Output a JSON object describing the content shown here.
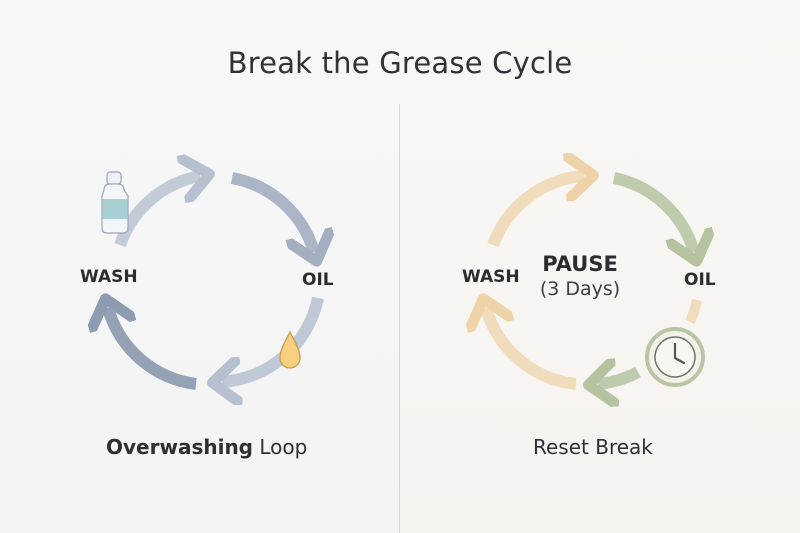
{
  "title": "Break the Grease Cycle",
  "left_panel": {
    "labels": {
      "wash": "WASH",
      "oil": "OIL"
    },
    "caption": {
      "bold": "Overwashing",
      "rest": " Loop"
    },
    "icons": [
      "shampoo-bottle-icon",
      "oil-drop-icon"
    ],
    "arrow_color": "#a9b5c6",
    "arrow_color_dark": "#8f9cb0"
  },
  "right_panel": {
    "labels": {
      "wash": "WASH",
      "oil": "OIL"
    },
    "center": {
      "title": "PAUSE",
      "subtitle": "(3 Days)"
    },
    "caption": "Reset Break",
    "icons": [
      "clock-icon"
    ],
    "arrow_color_warm": "#eed5ad",
    "arrow_color_green": "#b9c7a4"
  }
}
